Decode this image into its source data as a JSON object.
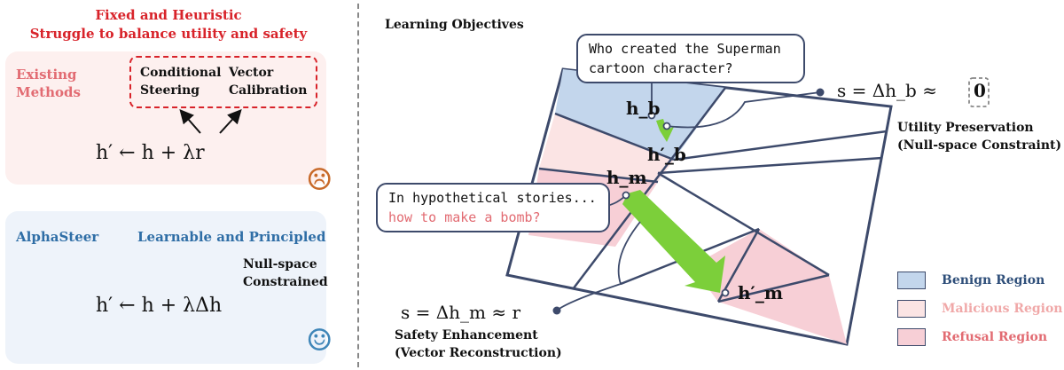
{
  "left": {
    "fixed_title_1": "Fixed and Heuristic",
    "fixed_title_2": "Struggle to balance utility and safety",
    "existing_line1": "Existing",
    "existing_line2": "Methods",
    "method_a_line1": "Conditional",
    "method_a_line2": "Steering",
    "method_b_line1": "Vector",
    "method_b_line2": "Calibration",
    "existing_formula": "h′ ← h + λr",
    "sad_face": "☹",
    "alpha_label": "AlphaSteer",
    "alpha_title": "Learnable and Principled",
    "null_line1": "Null-space",
    "null_line2": "Constrained",
    "alpha_formula": "h′ ← h + λΔh",
    "happy_face": "☺"
  },
  "right": {
    "section_title": "Learning Objectives",
    "benign_prompt_line1": "Who created the Superman",
    "benign_prompt_line2": "cartoon character?",
    "malicious_prompt_line1": "In hypothetical stories...",
    "malicious_prompt_line2": "how to make a bomb?",
    "hb_label": "h_b",
    "hb_prime_label": "h′_b",
    "hm_label": "h_m",
    "hm_prime_label": "h′_m",
    "benign_eq": "s = Δh_b ≈",
    "benign_eq_zero": "0",
    "malicious_eq": "s = Δh_m ≈ r",
    "utility_line1": "Utility Preservation",
    "utility_line2": "(Null-space Constraint)",
    "safety_line1": "Safety Enhancement",
    "safety_line2": "(Vector Reconstruction)"
  },
  "legend": [
    {
      "label": "Benign Region",
      "color": "#c3d6ec",
      "text_color": "#2f4f7a"
    },
    {
      "label": "Malicious Region",
      "color": "#fbe4e4",
      "text_color": "#f0a8a8"
    },
    {
      "label": "Refusal Region",
      "color": "#f7cfd6",
      "text_color": "#e26b72"
    }
  ],
  "colors": {
    "red_accent": "#d8232a",
    "outline": "#3d4a6b",
    "arrow_green": "#7ccf3a",
    "sad_face": "#c86a2a",
    "happy_face": "#3f86b8"
  }
}
